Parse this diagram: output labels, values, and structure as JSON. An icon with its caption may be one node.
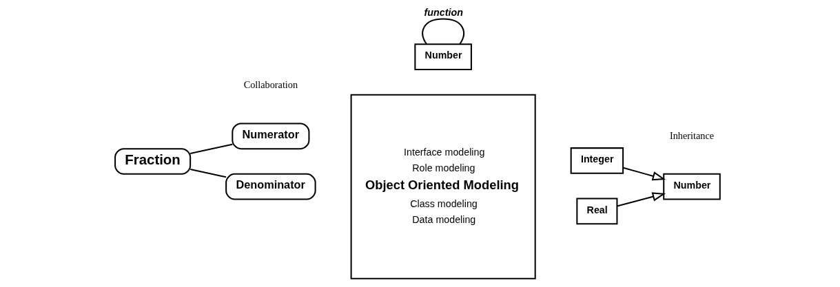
{
  "diagram": {
    "nodes": [
      {
        "text": [
          "Fraction"
        ]
      },
      {
        "text": [
          "Numerator"
        ]
      },
      {
        "text": [
          "Denominator"
        ]
      },
      {
        "text": [
          "Interface modeling",
          "Role modeling",
          "Object Oriented Modeling",
          "Class modeling",
          "Data modeling"
        ]
      },
      {
        "text": [
          "Number"
        ]
      },
      {
        "text": [
          "Integer"
        ]
      },
      {
        "text": [
          "Real"
        ]
      },
      {
        "text": [
          "Number"
        ]
      }
    ],
    "edges": [
      {
        "from": 0,
        "to": 1,
        "arrow": "none"
      },
      {
        "from": 0,
        "to": 2,
        "arrow": "none"
      },
      {
        "from": 5,
        "to": 4,
        "arrow": "to"
      },
      {
        "from": 6,
        "to": 4,
        "arrow": "to"
      },
      {
        "from": 7,
        "to": 7,
        "arrow": "none",
        "label": "function"
      }
    ],
    "labels": [
      "Collaboration",
      "Inheritance"
    ]
  }
}
